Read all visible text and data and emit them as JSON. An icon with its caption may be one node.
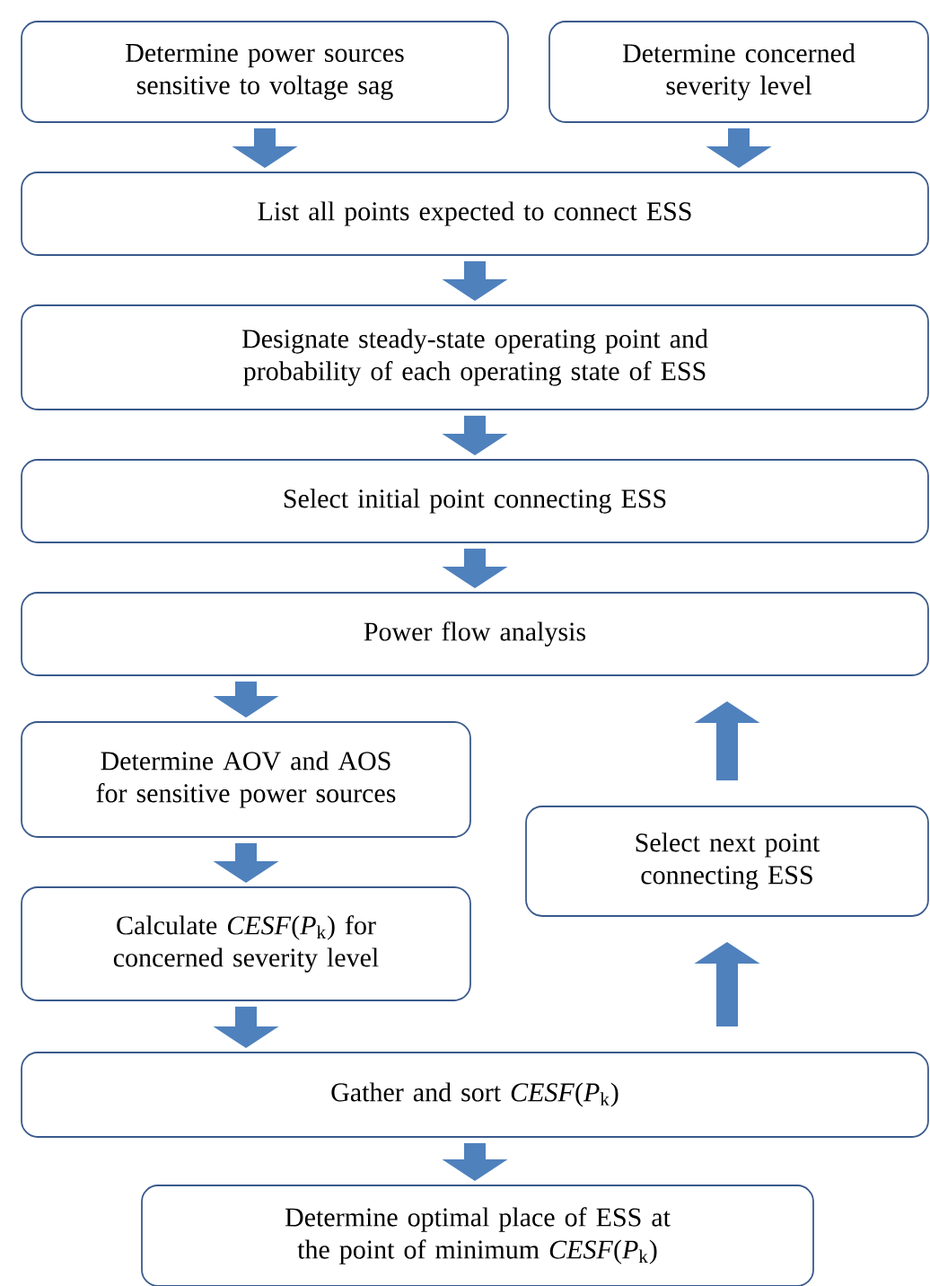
{
  "diagram": {
    "nodes": [
      {
        "text": [
          "Determine power sources sensitive to voltage sag"
        ]
      },
      {
        "text": [
          "Determine concerned severity level"
        ]
      },
      {
        "text": [
          "List all points expected to connect ESS"
        ]
      },
      {
        "text": [
          "Designate steady-state operating point and probability of each operating state of ESS"
        ]
      },
      {
        "text": [
          "Select initial point connecting ESS"
        ]
      },
      {
        "text": [
          "Power flow analysis"
        ]
      },
      {
        "text": [
          "Determine AOV and AOS for sensitive power sources"
        ]
      },
      {
        "text": [
          "Calculate *CESF*(*P*$_{k}$) for concerned severity level"
        ]
      },
      {
        "text": [
          "Select next point connecting ESS"
        ]
      },
      {
        "text": [
          "Gather and sort *CESF*(*P*$_{k}$)"
        ]
      },
      {
        "text": [
          "Determine optimal place of ESS at the point of minimum *CESF*(*P*$_{k}$)"
        ]
      }
    ],
    "edges": [
      {
        "from": 0,
        "to": 2,
        "arrow": "to"
      },
      {
        "from": 1,
        "to": 2,
        "arrow": "to"
      },
      {
        "from": 2,
        "to": 3,
        "arrow": "to"
      },
      {
        "from": 3,
        "to": 4,
        "arrow": "to"
      },
      {
        "from": 4,
        "to": 5,
        "arrow": "to"
      },
      {
        "from": 5,
        "to": 6,
        "arrow": "to"
      },
      {
        "from": 6,
        "to": 7,
        "arrow": "to"
      },
      {
        "from": 7,
        "to": 9,
        "arrow": "to"
      },
      {
        "from": 9,
        "to": 10,
        "arrow": "to"
      },
      {
        "from": 9,
        "to": 8,
        "arrow": "to"
      },
      {
        "from": 8,
        "to": 5,
        "arrow": "to"
      }
    ]
  }
}
